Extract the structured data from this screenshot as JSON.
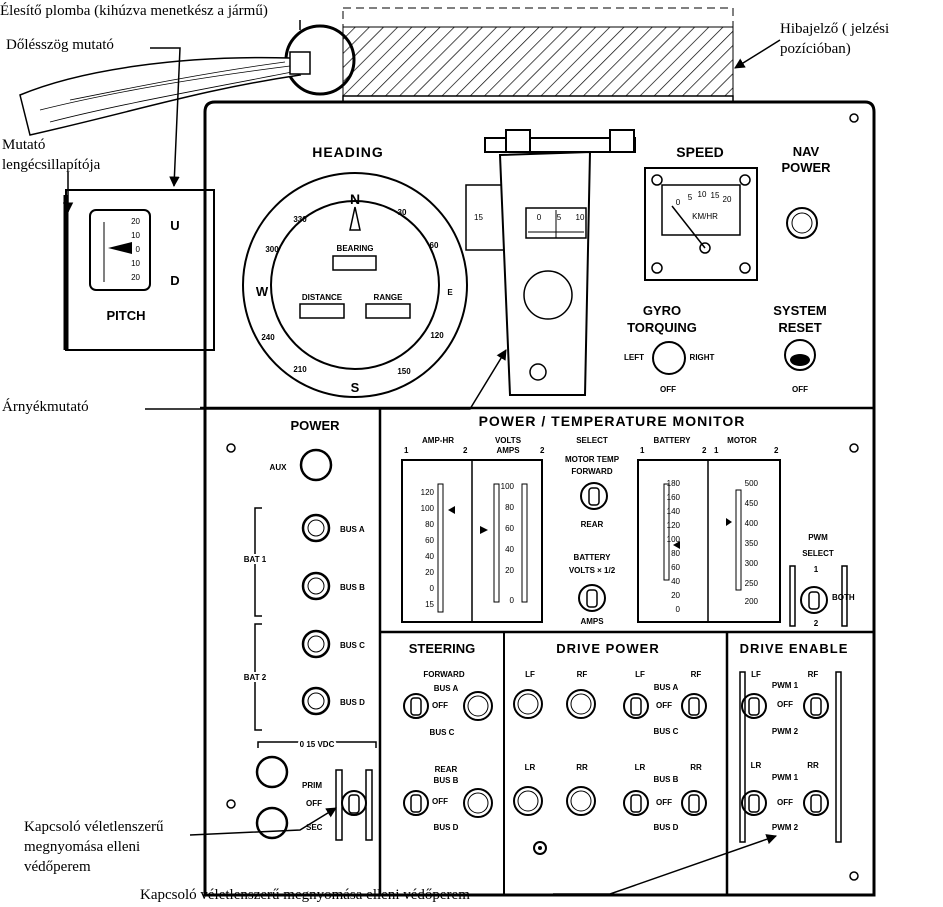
{
  "callouts": {
    "arming_seal": "Élesítő plomba (kihúzva menetkész a jármű)",
    "pitch_pointer": "Dőlésszög mutató",
    "fault_indicator_1": "Hibajelző ( jelzési",
    "fault_indicator_2": "pozícióban)",
    "damper_1": "Mutató",
    "damper_2": "lengécsillapítója",
    "shadow_pointer": "Árnyékmutató",
    "guard_left_1": "Kapcsoló véletlenszerű",
    "guard_left_2": "megnyomása elleni",
    "guard_left_3": "védőperem",
    "guard_bottom": "Kapcsoló véletlenszerű megnyomása elleni védőperem"
  },
  "panel": {
    "heading": "HEADING",
    "compass": {
      "n": "N",
      "s": "S",
      "w": "W",
      "e": "E",
      "t330": "330",
      "t300": "300",
      "t240": "240",
      "t210": "210",
      "t30": "30",
      "t60": "60",
      "t120": "120",
      "t150": "150"
    },
    "bearing": "BEARING",
    "distance": "DISTANCE",
    "range": "RANGE",
    "pitch": "PITCH",
    "pitch_u": "U",
    "pitch_d": "D",
    "pitch_ticks": [
      "20",
      "10",
      "0",
      "10",
      "20"
    ],
    "speed": "SPEED",
    "speed_unit": "KM/HR",
    "speed_ticks": [
      "0",
      "5",
      "10",
      "15",
      "20"
    ],
    "sun_ticks": [
      "0",
      "5",
      "10"
    ],
    "sun_side": "15",
    "nav_power_1": "NAV",
    "nav_power_2": "POWER",
    "gyro_1": "GYRO",
    "gyro_2": "TORQUING",
    "gyro_left": "LEFT",
    "gyro_right": "RIGHT",
    "gyro_off": "OFF",
    "reset_1": "SYSTEM",
    "reset_2": "RESET",
    "reset_off": "OFF",
    "power": "POWER",
    "aux": "AUX",
    "bus_a": "BUS A",
    "bus_b": "BUS B",
    "bus_c": "BUS C",
    "bus_d": "BUS D",
    "bat1": "BAT 1",
    "bat2": "BAT 2",
    "vdc": "0 15 VDC",
    "prim": "PRIM",
    "off": "OFF",
    "sec": "SEC",
    "monitor": "POWER / TEMPERATURE MONITOR",
    "amp_hr": "AMP-HR",
    "volts": "VOLTS",
    "amps": "AMPS",
    "select": "SELECT",
    "motor_temp": "MOTOR TEMP",
    "forward": "FORWARD",
    "rear": "REAR",
    "battery": "BATTERY",
    "motor": "MOTOR",
    "batt_volts_1": "BATTERY",
    "batt_volts_2": "VOLTS × 1/2",
    "amps_label": "AMPS",
    "pwm": "PWM",
    "pwm_select": "SELECT",
    "both": "BOTH",
    "one": "1",
    "two": "2",
    "ah_ticks": [
      "120",
      "100",
      "80",
      "60",
      "40",
      "20",
      "0",
      "15"
    ],
    "va_ticks": [
      "100",
      "80",
      "60",
      "40",
      "20",
      "0"
    ],
    "bat_ticks": [
      "180",
      "160",
      "140",
      "120",
      "100",
      "80",
      "60",
      "40",
      "20",
      "0"
    ],
    "mot_ticks": [
      "500",
      "450",
      "400",
      "350",
      "300",
      "250",
      "200"
    ],
    "steering": "STEERING",
    "drive_power": "DRIVE POWER",
    "drive_enable": "DRIVE ENABLE",
    "lf": "LF",
    "rf": "RF",
    "lr": "LR",
    "rr": "RR",
    "pwm1": "PWM 1",
    "pwm2": "PWM 2"
  }
}
